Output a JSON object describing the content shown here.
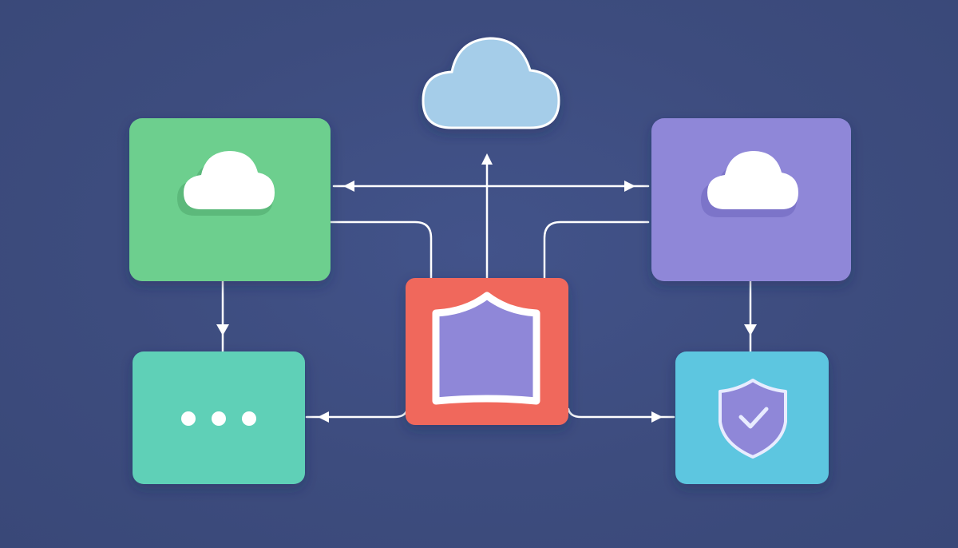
{
  "diagram": {
    "nodes": [
      {
        "id": "top-cloud",
        "kind": "cloud",
        "icon": "cloud-icon",
        "color": "#a5cde9"
      },
      {
        "id": "left-cloud-box",
        "kind": "box",
        "icon": "cloud-icon",
        "color": "#6dcf8e"
      },
      {
        "id": "right-cloud-box",
        "kind": "box",
        "icon": "cloud-icon",
        "color": "#8f87d8"
      },
      {
        "id": "center-gateway",
        "kind": "box",
        "icon": "shield-frame-icon",
        "color": "#f0675c"
      },
      {
        "id": "bottom-left-box",
        "kind": "box",
        "icon": "more-dots-icon",
        "color": "#5fd0b7"
      },
      {
        "id": "bottom-right-box",
        "kind": "box",
        "icon": "shield-check-icon",
        "color": "#5dc6e0"
      }
    ],
    "edges": [
      {
        "from": "center-gateway",
        "to": "top-cloud"
      },
      {
        "from": "center-gateway",
        "to": "left-cloud-box"
      },
      {
        "from": "center-gateway",
        "to": "right-cloud-box"
      },
      {
        "from": "left-cloud-box",
        "to": "bottom-left-box"
      },
      {
        "from": "right-cloud-box",
        "to": "bottom-right-box"
      },
      {
        "from": "center-gateway",
        "to": "bottom-left-box"
      },
      {
        "from": "center-gateway",
        "to": "bottom-right-box"
      }
    ]
  },
  "colors": {
    "background": "#3d4c7e",
    "connector": "#ffffff",
    "icon_fill": "#ffffff",
    "shield_inner": "#8f87d8"
  }
}
